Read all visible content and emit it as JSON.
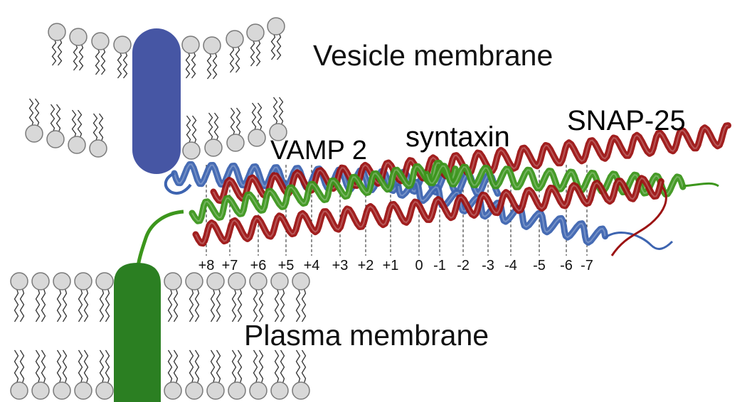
{
  "diagram": {
    "vesicle_membrane_label": "Vesicle membrane",
    "plasma_membrane_label": "Plasma membrane",
    "proteins": {
      "vamp": {
        "label": "VAMP 2",
        "color": "#3d64b0"
      },
      "syntaxin": {
        "label": "syntaxin",
        "color": "#3c961c"
      },
      "snap": {
        "label": "SNAP-25",
        "color": "#9c1313"
      }
    },
    "layers": [
      "+8",
      "+7",
      "+6",
      "+5",
      "+4",
      "+3",
      "+2",
      "+1",
      "0",
      "-1",
      "-2",
      "-3",
      "-4",
      "-5",
      "-6",
      "-7"
    ],
    "colors": {
      "lipid_head_fill": "#d8d8d8",
      "lipid_head_stroke": "#7a7a7a",
      "vesicle_tm": "#4656a4",
      "plasma_tm": "#2b7f22"
    }
  }
}
